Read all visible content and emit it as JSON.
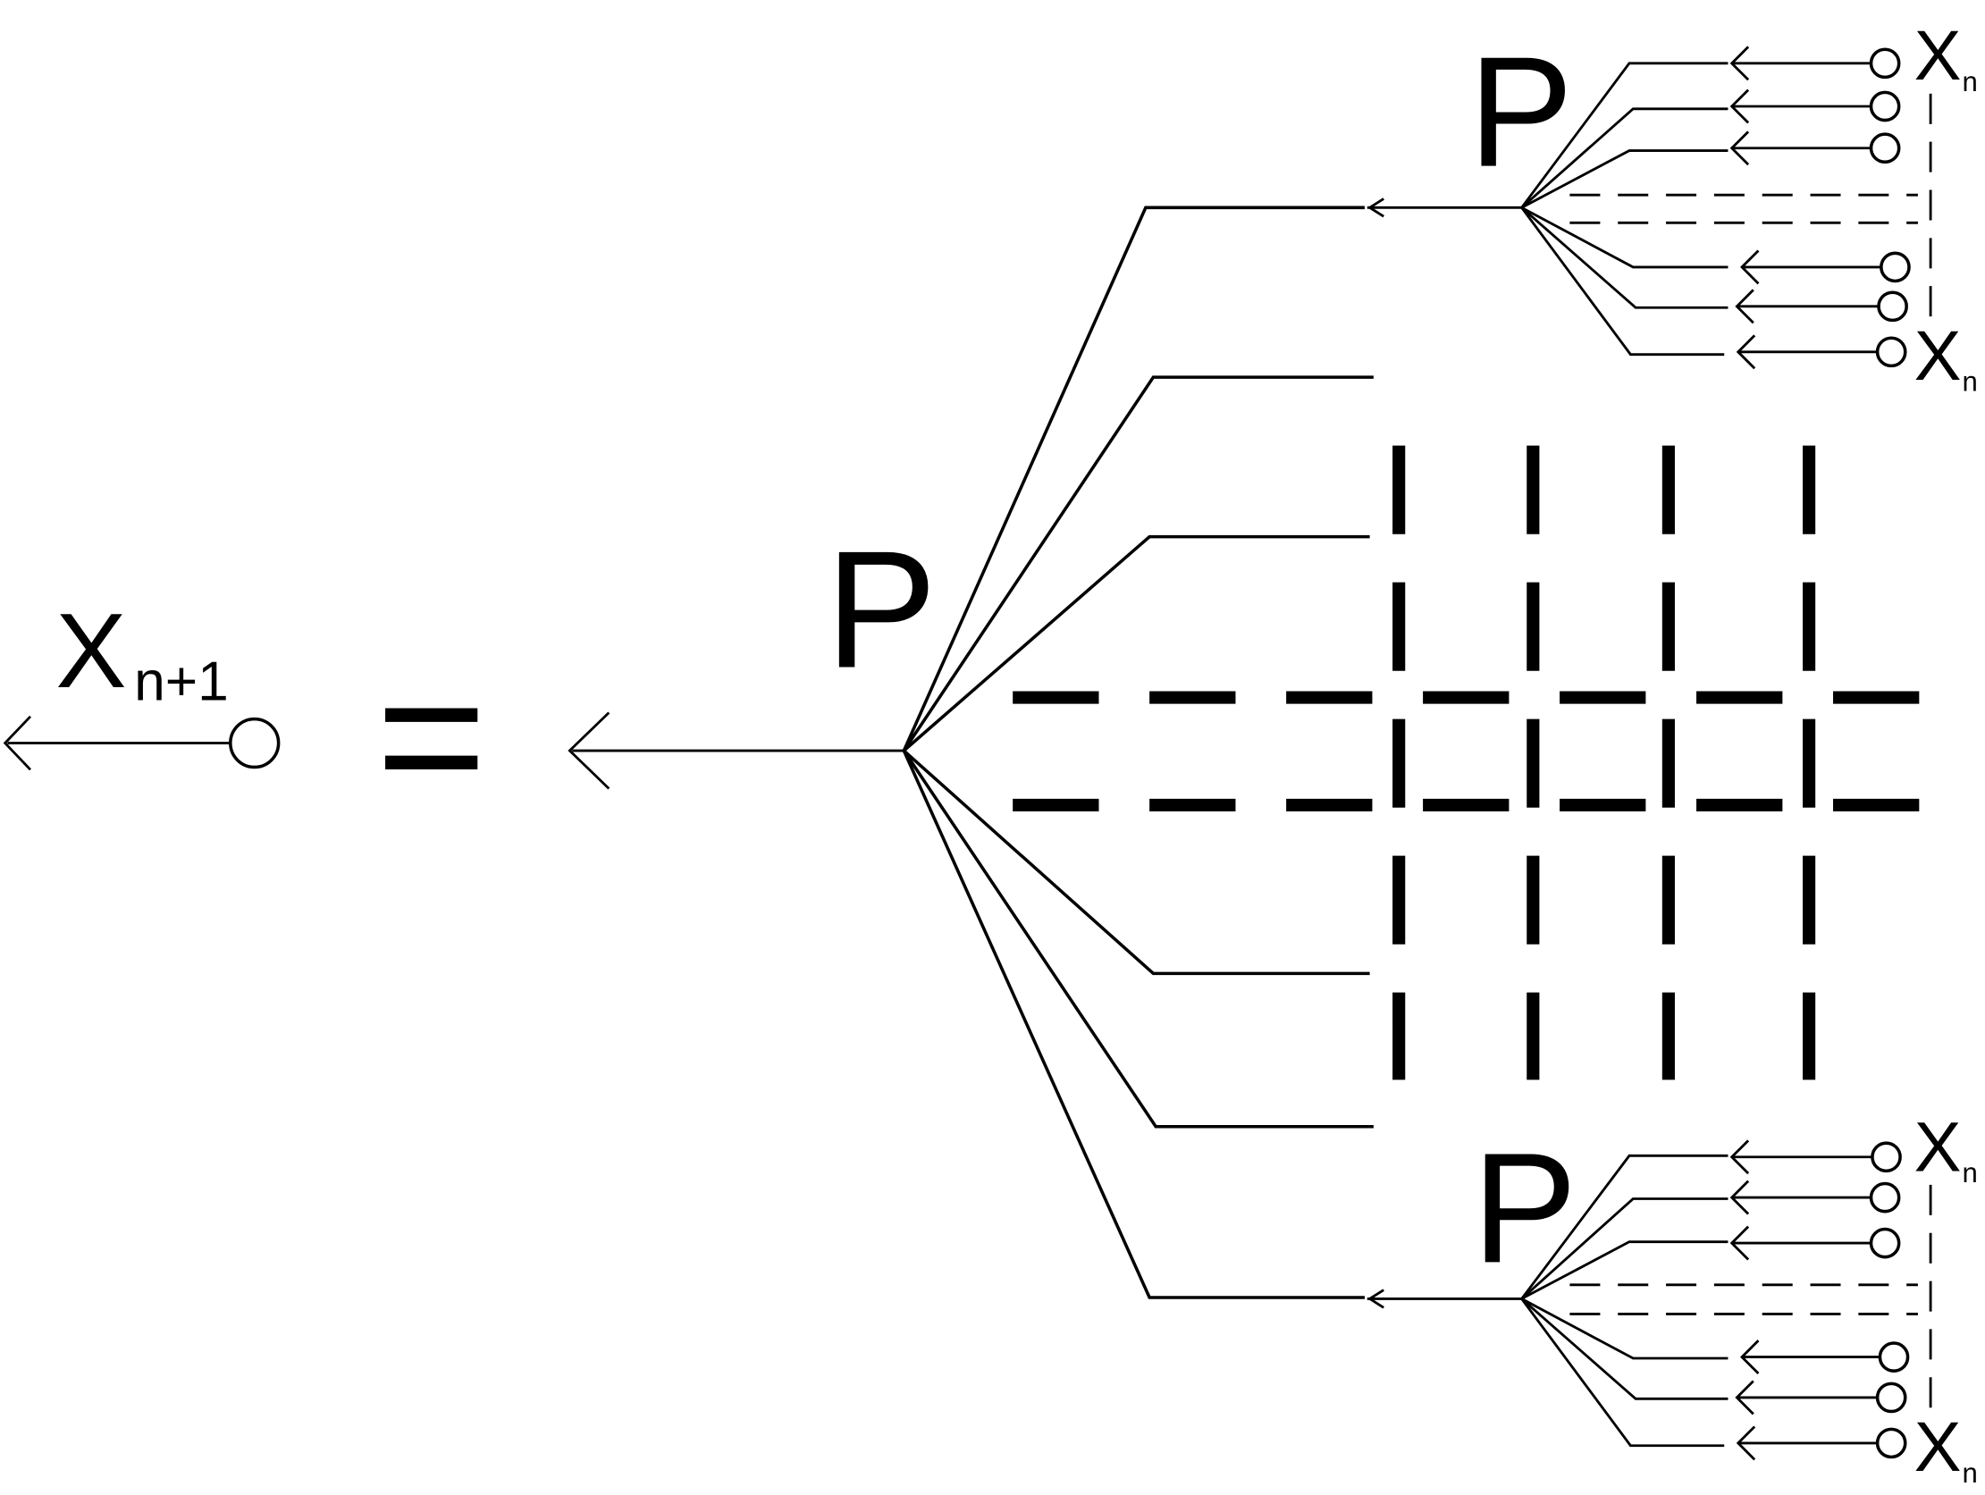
{
  "labels": {
    "output_var": "X",
    "output_sub": "n+1",
    "equals": "=",
    "node_main": "P",
    "node_top": "P",
    "node_bottom": "P",
    "input_var": "X",
    "input_sub": "n"
  },
  "colors": {
    "ink": "#000000",
    "background": "#ffffff"
  }
}
